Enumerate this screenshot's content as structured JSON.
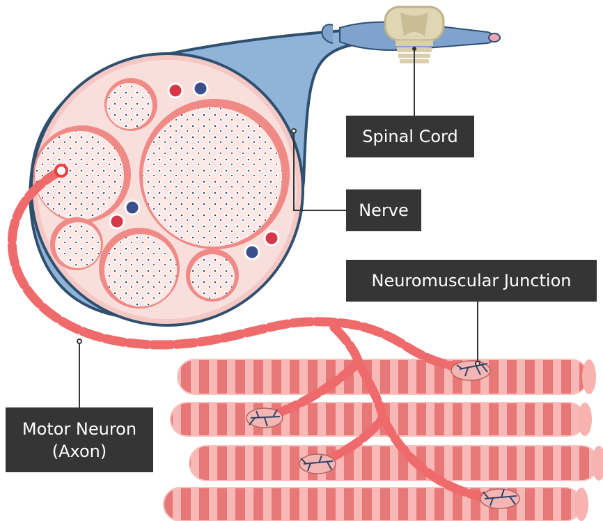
{
  "labels": {
    "spinal_cord": "Spinal Cord",
    "nerve": "Nerve",
    "neuromuscular_junction": "Neuromuscular Junction",
    "motor_neuron_line1": "Motor Neuron",
    "motor_neuron_line2": "(Axon)"
  },
  "colors": {
    "background": "#ffffff",
    "nerve_sheath": "#8fb3d9",
    "nerve_outline": "#2f4f6f",
    "fascicle_fill": "#f7d6d3",
    "myelin": "#ef6a6a",
    "axon_core": "#2a4468",
    "muscle_fiber": "#f29b9b",
    "muscle_band": "#e87777",
    "spinal_cord": "#d9cfae",
    "label_bg": "#353535",
    "label_text": "#ffffff"
  }
}
